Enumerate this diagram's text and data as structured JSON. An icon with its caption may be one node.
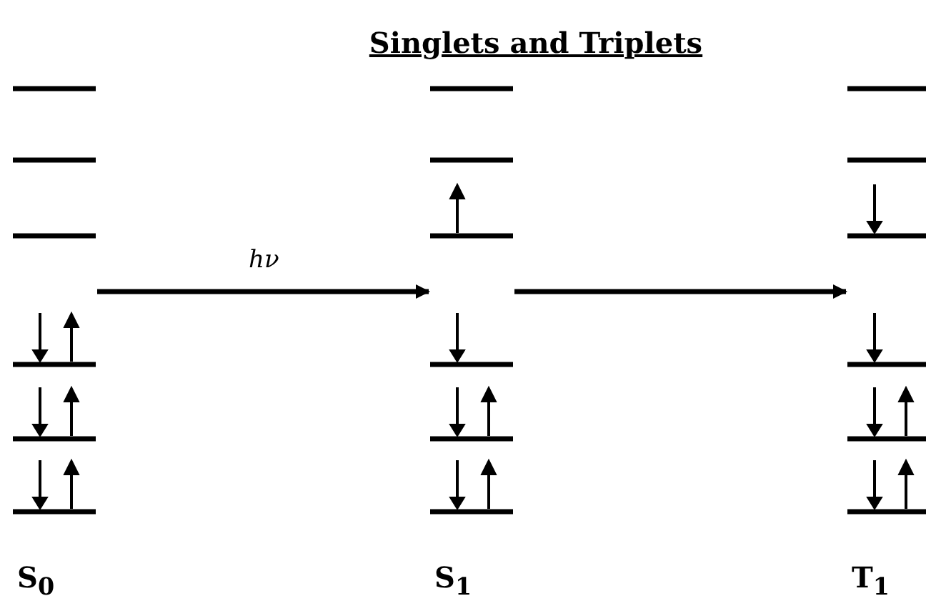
{
  "diagram": {
    "title": "Singlets and Triplets",
    "nodes": [
      {
        "text": [
          "S$_{0}$"
        ]
      },
      {
        "text": [
          "S$_{1}$"
        ]
      },
      {
        "text": [
          "T$_{1}$"
        ]
      }
    ],
    "edges": [
      {
        "from": 0,
        "to": 1,
        "arrow": "to",
        "label": "hν"
      },
      {
        "from": 1,
        "to": 2,
        "arrow": "to"
      }
    ]
  }
}
